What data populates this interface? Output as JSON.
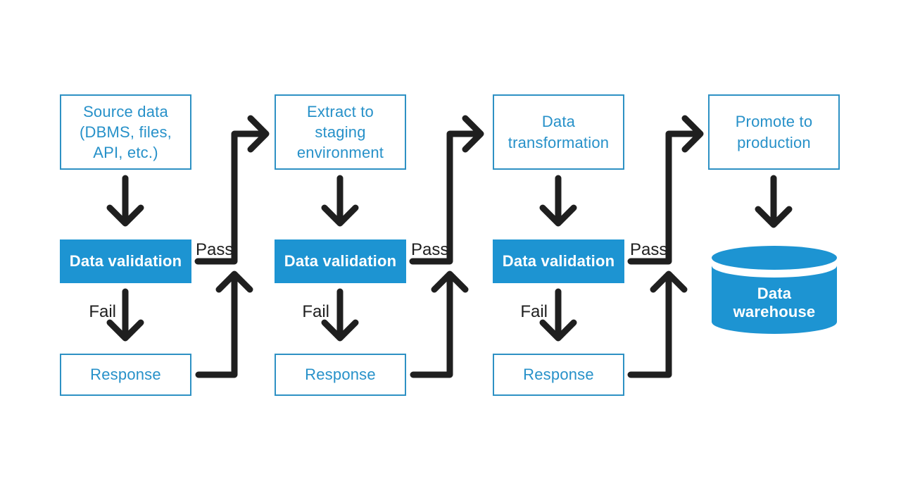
{
  "colors": {
    "accent_blue_fill": "#1d94d2",
    "box_border_blue": "#2e91c4",
    "box_text_blue": "#2791c9",
    "arrow_black": "#1f1f1f",
    "background": "#ffffff",
    "filled_box_text": "#ffffff"
  },
  "columns": [
    {
      "top_box": "Source data\n(DBMS, files,\nAPI, etc.)",
      "validation_box": "Data validation",
      "response_box": "Response",
      "pass_label": "Pass",
      "fail_label": "Fail"
    },
    {
      "top_box": "Extract to\nstaging\nenvironment",
      "validation_box": "Data validation",
      "response_box": "Response",
      "pass_label": "Pass",
      "fail_label": "Fail"
    },
    {
      "top_box": "Data\ntransformation",
      "validation_box": "Data validation",
      "response_box": "Response",
      "pass_label": "Pass",
      "fail_label": "Fail"
    },
    {
      "top_box": "Promote to\nproduction",
      "warehouse_label": "Data\nwarehouse"
    }
  ]
}
